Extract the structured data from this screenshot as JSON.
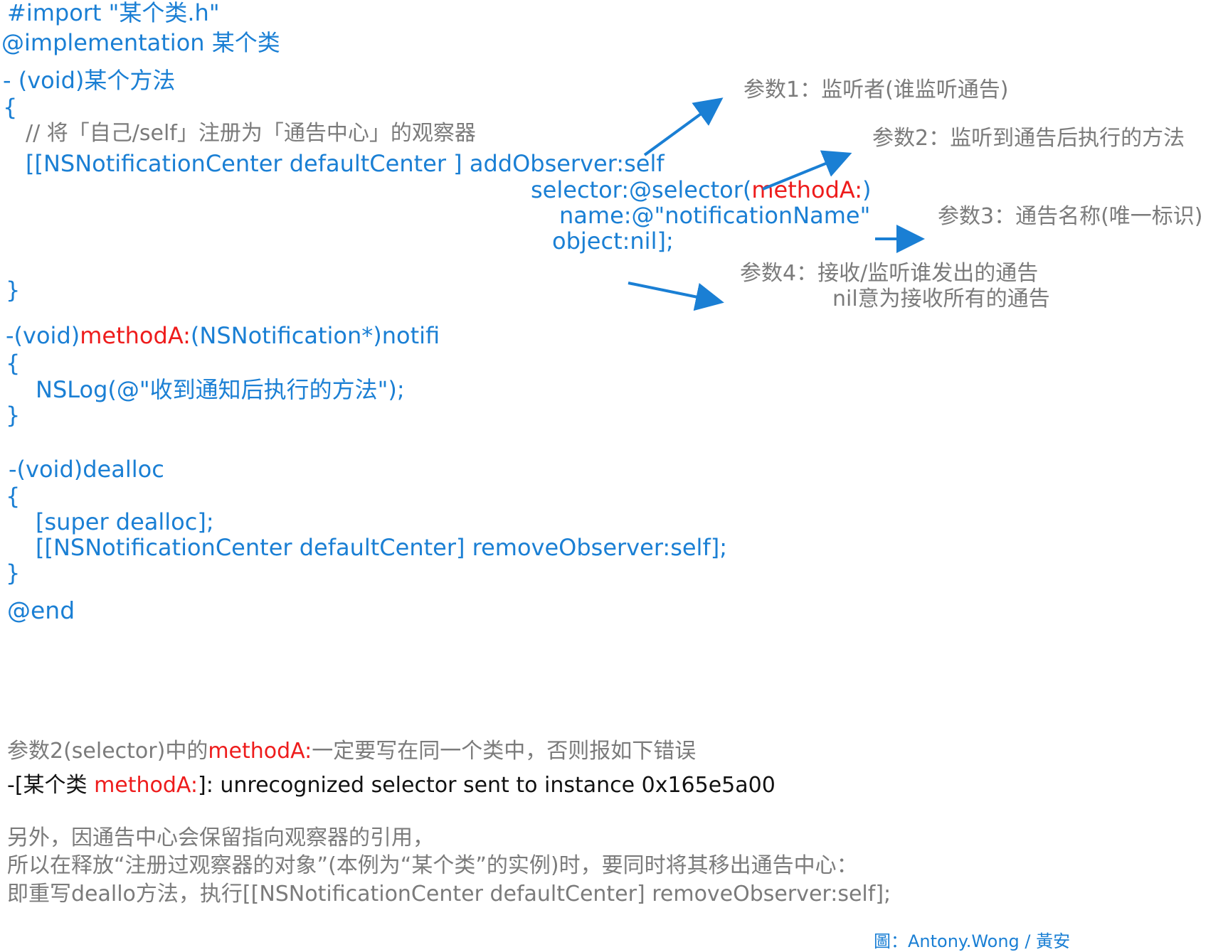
{
  "code": {
    "import": "#import \"某个类.h\"",
    "implementation": "@implementation 某个类",
    "method1_sig": "- (void)某个方法",
    "brace_open_1": "{",
    "comment": "// 将「自己/self」注册为「通告中心」的观察器",
    "add_observer": "[[NSNotificationCenter defaultCenter ] addObserver:self",
    "selector_prefix": "selector:@selector(",
    "selector_method": "methodA:",
    "selector_suffix": ")",
    "name_line": "name:@\"notificationName\"",
    "object_line": "object:nil];",
    "brace_close_1": "}",
    "method2_prefix": "-(void)",
    "method2_name": "methodA:",
    "method2_suffix": "(NSNotification*)notifi",
    "brace_open_2": "{",
    "nslog": "NSLog(@\"收到通知后执行的方法\");",
    "brace_close_2": "}",
    "dealloc_sig": "-(void)dealloc",
    "brace_open_3": "{",
    "super_dealloc": "[super dealloc];",
    "remove_observer": "[[NSNotificationCenter defaultCenter] removeObserver:self];",
    "brace_close_3": "}",
    "end": "@end"
  },
  "annotations": {
    "param1": "参数1：监听者(谁监听通告)",
    "param2": "参数2：监听到通告后执行的方法",
    "param3": "参数3：通告名称(唯一标识)",
    "param4_line1": "参数4：接收/监听谁发出的通告",
    "param4_line2": "nil意为接收所有的通告"
  },
  "notes": {
    "note1_prefix": "参数2(selector)中的",
    "note1_method": "methodA:",
    "note1_suffix": "一定要写在同一个类中，否则报如下错误",
    "error_prefix": "-[某个类 ",
    "error_method": "methodA:",
    "error_suffix": "]: unrecognized selector sent to instance 0x165e5a00",
    "para_line1": "另外，因通告中心会保留指向观察器的引用，",
    "para_line2": "所以在释放“注册过观察器的对象”(本例为“某个类”的实例)时，要同时将其移出通告中心：",
    "para_line3": "即重写deallo方法，执行[[NSNotificationCenter defaultCenter] removeObserver:self];"
  },
  "credit": "圖：Antony.Wong / 黃安",
  "colors": {
    "code_blue": "#1a7fd4",
    "highlight_red": "#ee1c1c",
    "annotation_gray": "#7b7b7b",
    "error_black": "#111111",
    "arrow_blue": "#1a7fd4"
  }
}
